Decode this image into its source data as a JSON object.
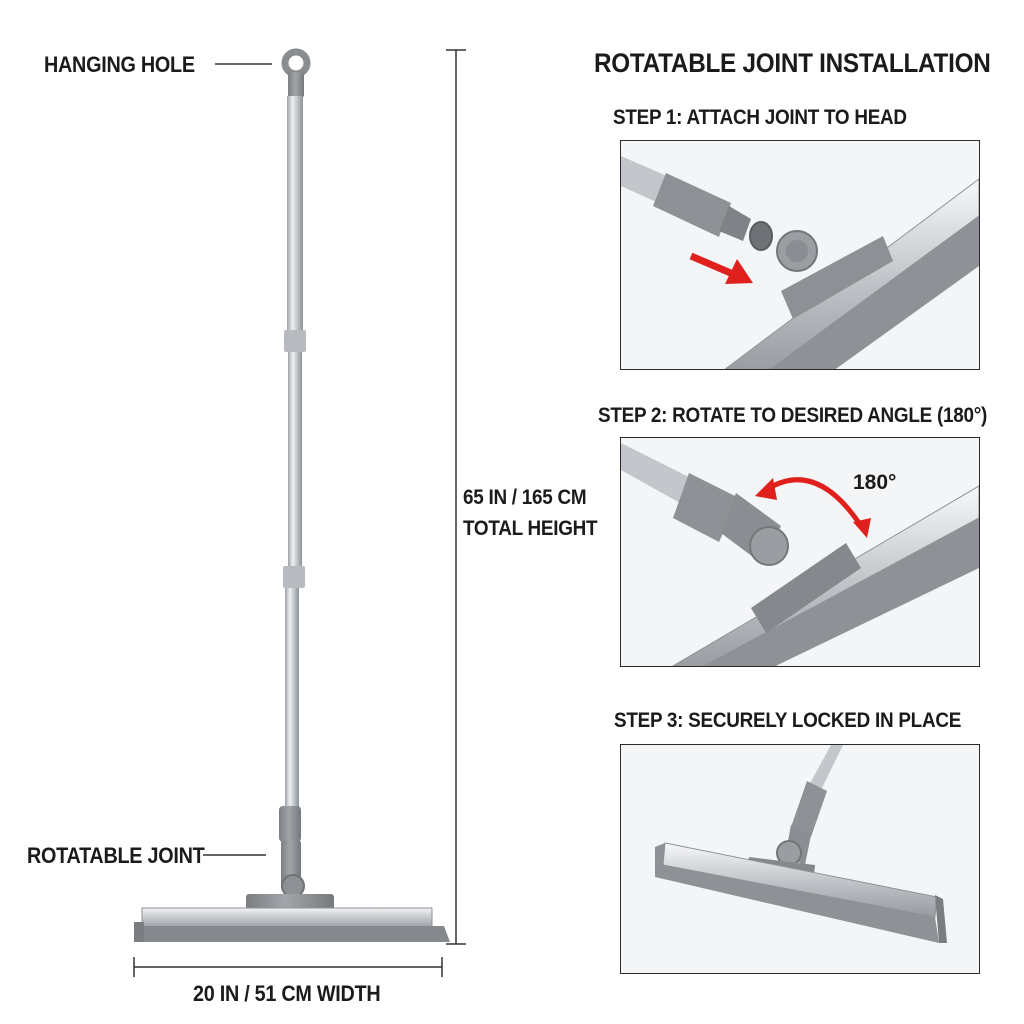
{
  "left": {
    "hanging_hole_label": "HANGING HOLE",
    "rotatable_joint_label": "ROTATABLE JOINT",
    "height_label_line1": "65 IN / 165 CM",
    "height_label_line2": "TOTAL HEIGHT",
    "width_label": "20 IN / 51 CM WIDTH"
  },
  "right": {
    "title": "ROTATABLE JOINT INSTALLATION",
    "steps": [
      {
        "label": "STEP 1: ATTACH JOINT TO HEAD"
      },
      {
        "label": "STEP 2: ROTATE TO DESIRED ANGLE (180°)",
        "annotation": "180°"
      },
      {
        "label": "STEP 3: SECURELY LOCKED IN PLACE"
      }
    ]
  },
  "colors": {
    "plastic_gray": "#8a8d90",
    "metal": "#c9cdd1",
    "arrow_red": "#e0201c",
    "text": "#1b1b1b"
  }
}
